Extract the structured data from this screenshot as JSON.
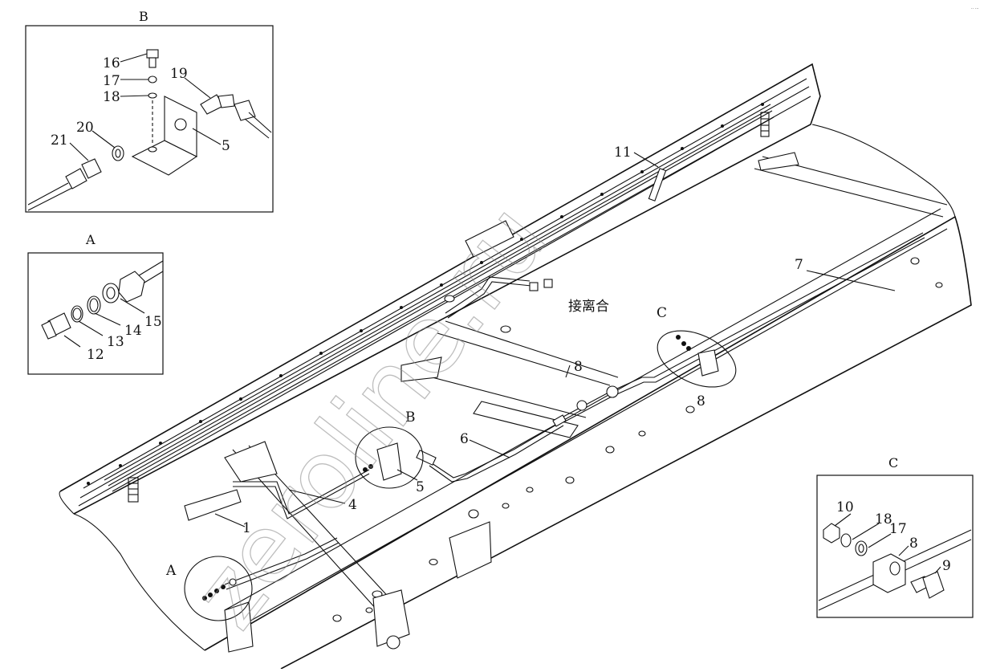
{
  "diagram": {
    "corner_mark": "·· ···",
    "cn_label": "接离合",
    "watermark": "zeroline.ru",
    "insets": {
      "B": {
        "title": "B",
        "labels": {
          "p16": "16",
          "p17": "17",
          "p18": "18",
          "p19": "19",
          "p20": "20",
          "p21": "21",
          "p5": "5"
        }
      },
      "A": {
        "title": "A",
        "labels": {
          "p12": "12",
          "p13": "13",
          "p14": "14",
          "p15": "15"
        }
      },
      "C": {
        "title": "C",
        "labels": {
          "p10": "10",
          "p18": "18",
          "p17": "17",
          "p8": "8",
          "p9": "9"
        }
      }
    },
    "main_labels": {
      "p11": "11",
      "p7": "7",
      "p8a": "8",
      "p8b": "8",
      "p6": "6",
      "p5": "5",
      "p4": "4",
      "p1": "1",
      "zoneA": "A",
      "zoneB": "B",
      "zoneC": "C"
    }
  }
}
